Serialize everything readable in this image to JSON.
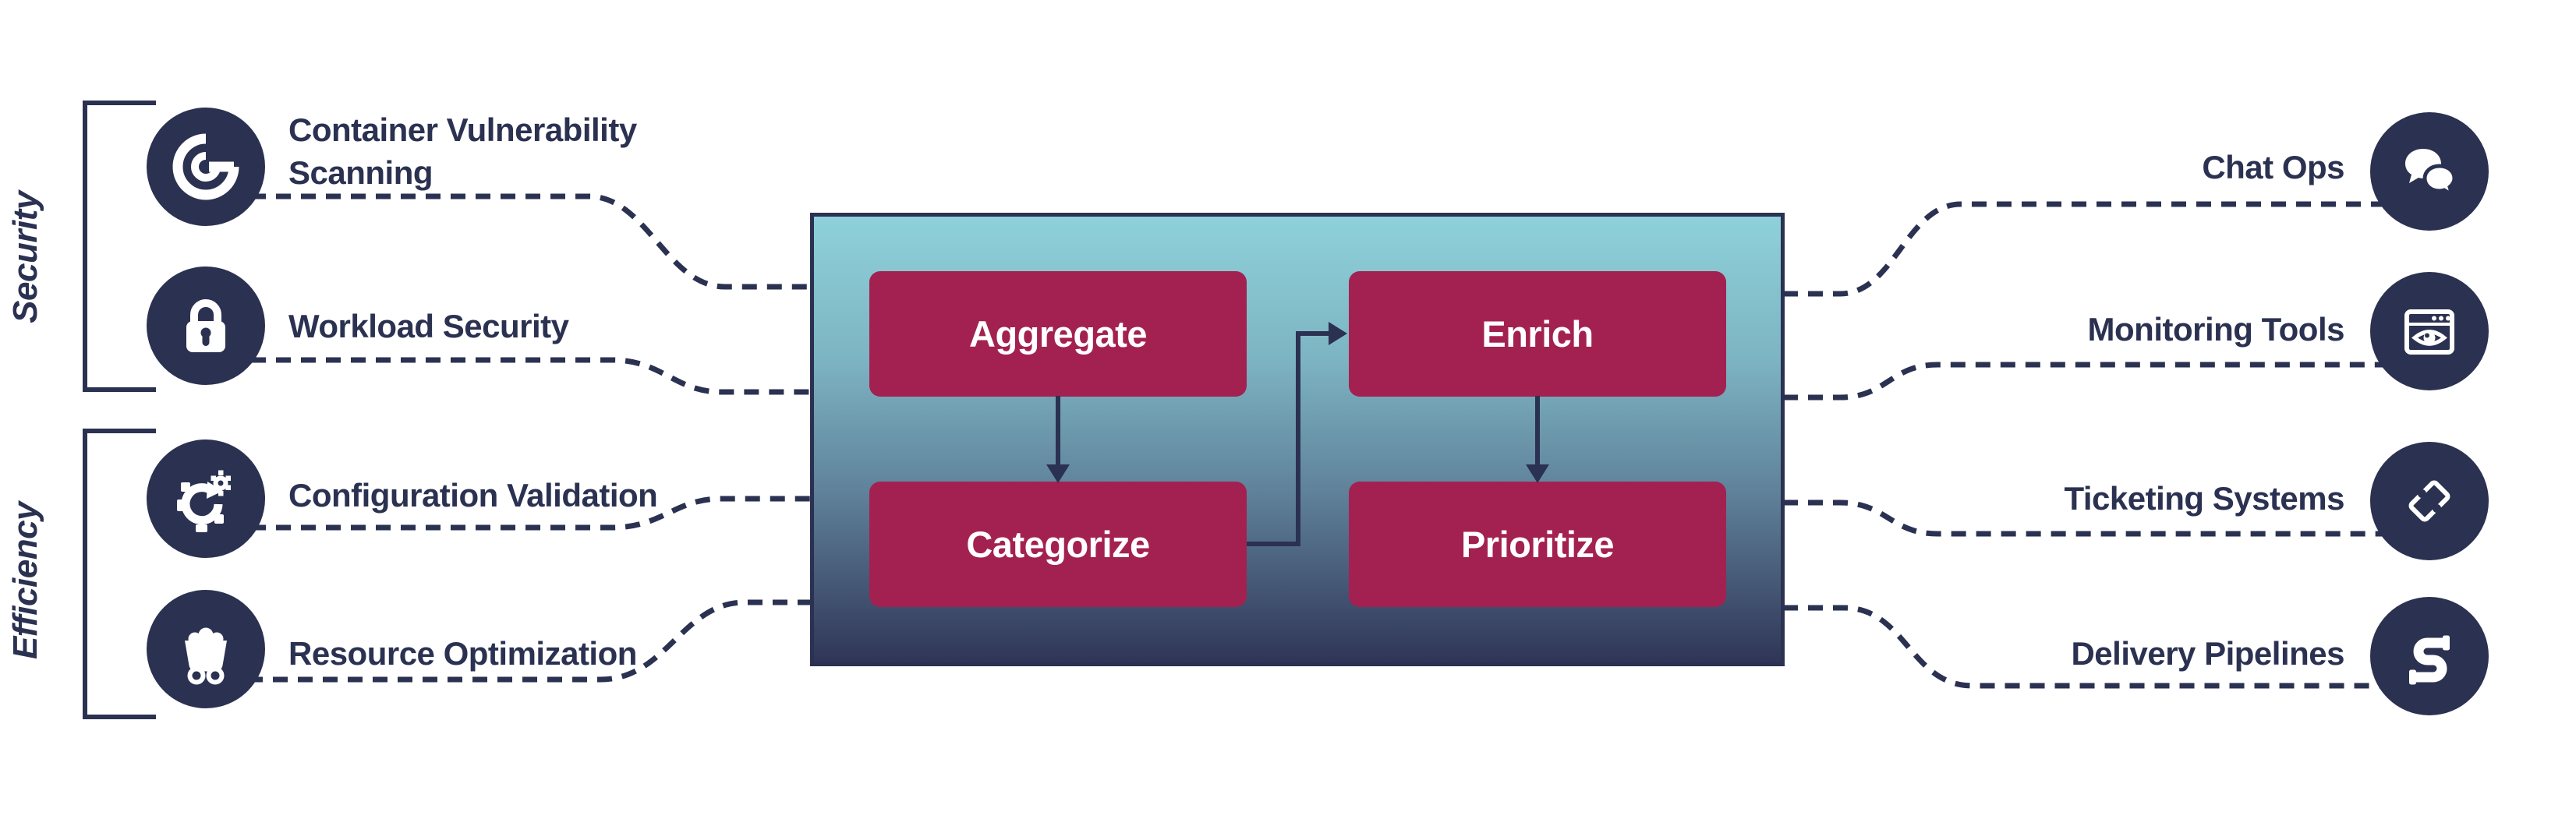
{
  "title": "Security and Efficiency findings pipeline diagram",
  "colors": {
    "navy": "#2b3151",
    "crimson": "#a32150",
    "panel_gradient_top": "#8ed1da",
    "panel_gradient_bottom": "#2f3556",
    "text_on_crimson": "#ffffff"
  },
  "sections": [
    {
      "label": "Security"
    },
    {
      "label": "Efficiency"
    }
  ],
  "left_items": [
    {
      "label": "Container Vulnerability Scanning",
      "icon": "scan-target-icon"
    },
    {
      "label": "Workload Security",
      "icon": "padlock-icon"
    },
    {
      "label": "Configuration Validation",
      "icon": "gear-sync-icon"
    },
    {
      "label": "Resource Optimization",
      "icon": "mine-cart-icon"
    }
  ],
  "process_steps": [
    {
      "label": "Aggregate"
    },
    {
      "label": "Enrich"
    },
    {
      "label": "Categorize"
    },
    {
      "label": "Prioritize"
    }
  ],
  "right_items": [
    {
      "label": "Chat Ops",
      "icon": "chat-bubbles-icon"
    },
    {
      "label": "Monitoring Tools",
      "icon": "monitor-eye-icon"
    },
    {
      "label": "Ticketing Systems",
      "icon": "ticket-icon"
    },
    {
      "label": "Delivery Pipelines",
      "icon": "pipe-s-icon"
    }
  ],
  "flow": [
    "Aggregate -> Categorize",
    "Categorize -> Enrich",
    "Enrich -> Prioritize"
  ]
}
